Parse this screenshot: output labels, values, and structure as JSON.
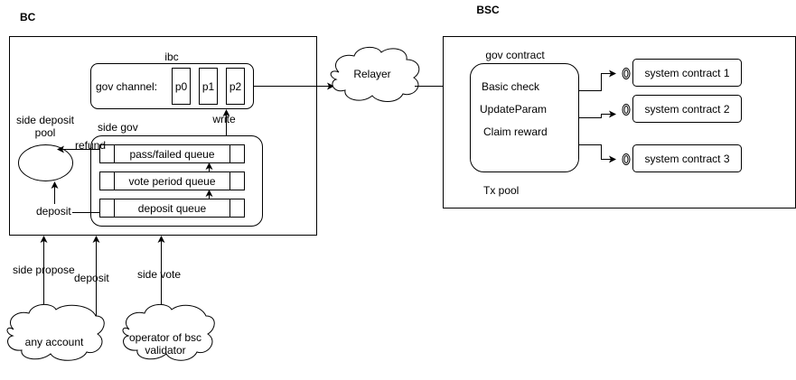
{
  "diagram": {
    "bc": {
      "title": "BC",
      "ibc": {
        "label": "ibc",
        "channel_label": "gov channel:",
        "packets": [
          "p0",
          "p1",
          "p2"
        ]
      },
      "side_gov": {
        "label": "side gov",
        "queues": [
          "pass/failed queue",
          "vote period queue",
          "deposit queue"
        ]
      },
      "deposit_pool": {
        "label_line1": "side deposit",
        "label_line2": "pool"
      },
      "edge_labels": {
        "write": "write",
        "refund": "refund",
        "deposit": "deposit"
      }
    },
    "relayer": {
      "label": "Relayer"
    },
    "bsc": {
      "title": "BSC",
      "gov_contract": {
        "label": "gov contract",
        "functions": [
          "Basic check",
          "UpdateParam",
          "Claim reward"
        ]
      },
      "system_contracts": [
        "system contract 1",
        "system contract 2",
        "system contract 3"
      ],
      "tx_pool": "Tx pool"
    },
    "actors": {
      "any_account": "any account",
      "validator_line1": "operator of bsc",
      "validator_line2": "validator"
    },
    "actor_edges": {
      "side_propose": "side propose",
      "deposit": "deposit",
      "side_vote": "side vote"
    }
  }
}
